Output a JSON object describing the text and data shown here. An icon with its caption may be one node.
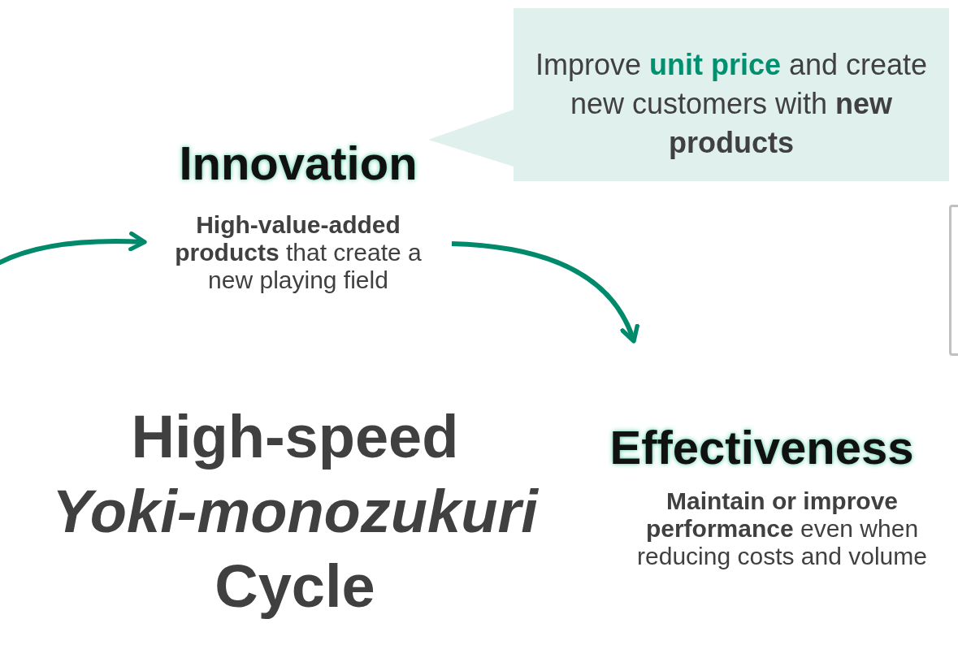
{
  "diagram": {
    "nodes": [
      {
        "text": [
          "Innovation",
          "**High-value-added products** that create a new playing field"
        ]
      },
      {
        "text": [
          "Effectiveness",
          "**Maintain or improve performance** even when reducing costs and volume"
        ]
      },
      {
        "text": [
          "Improve **unit price** and create new customers with **new products**"
        ]
      },
      {
        "text": [],
        "shape": "box"
      }
    ],
    "edges": [
      {
        "from": null,
        "to": 0,
        "arrow": "to"
      },
      {
        "from": 0,
        "to": 1,
        "arrow": "to"
      }
    ],
    "labels": [
      "High-speed *Yoki-monozukuri* Cycle"
    ]
  }
}
